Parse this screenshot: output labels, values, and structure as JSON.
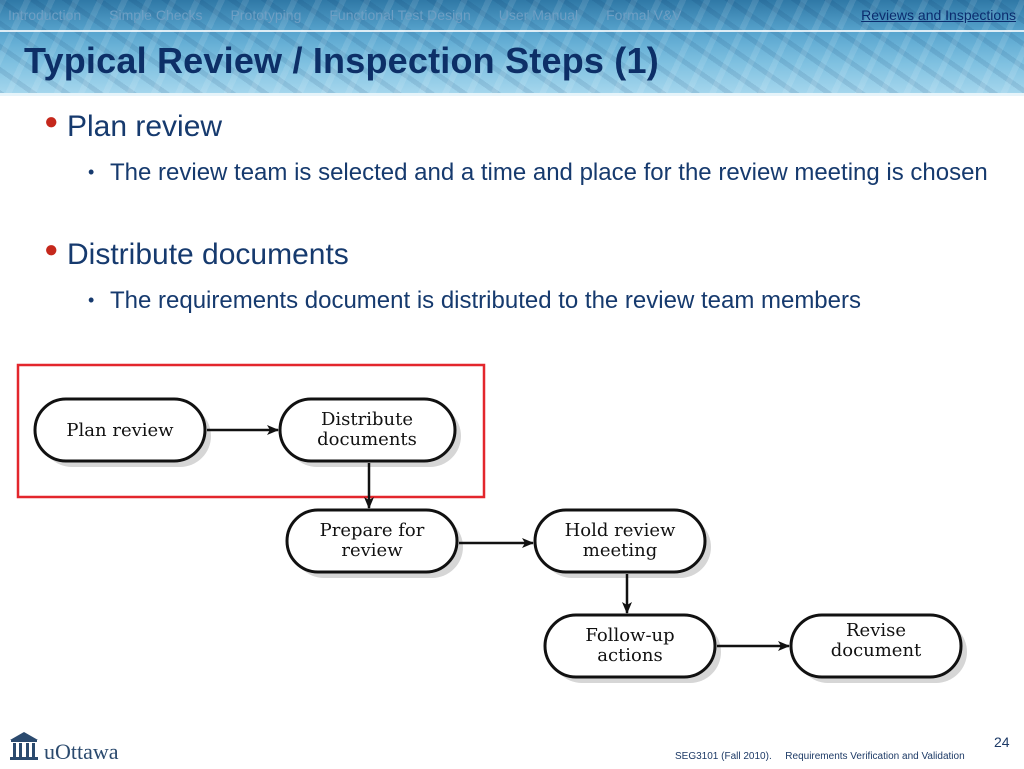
{
  "nav": {
    "items": [
      "Introduction",
      "Simple Checks",
      "Prototyping",
      "Functional Test Design",
      "User Manual",
      "Formal V&V"
    ],
    "active": "Reviews and Inspections"
  },
  "title": "Typical Review / Inspection Steps (1)",
  "bullets": [
    {
      "text": "Plan review",
      "sub": "The review team is selected and a time and place for the review meeting is chosen"
    },
    {
      "text": "Distribute documents",
      "sub": "The requirements document is distributed to the review team members"
    }
  ],
  "diagram": {
    "nodes": {
      "plan": "Plan review",
      "distribute_1": "Distribute",
      "distribute_2": "documents",
      "prepare_1": "Prepare for",
      "prepare_2": "review",
      "hold_1": "Hold review",
      "hold_2": "meeting",
      "followup_1": "Follow-up",
      "followup_2": "actions",
      "revise_1": "Revise",
      "revise_2": "document"
    },
    "highlight_color": "#e3262c"
  },
  "footer": {
    "logo": "uOttawa",
    "course": "SEG3101 (Fall 2010).",
    "subject": "Requirements Verification and Validation",
    "page": "24"
  }
}
